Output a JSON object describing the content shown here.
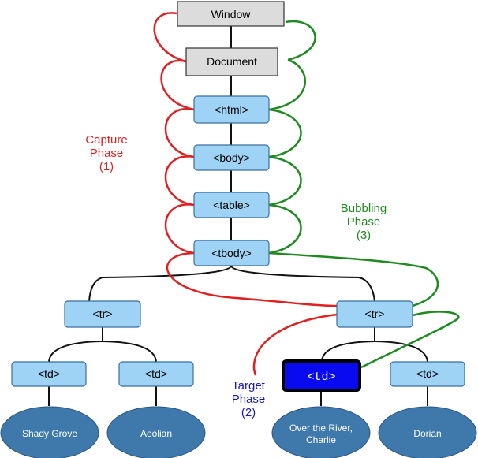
{
  "colors": {
    "capture": "#e02020",
    "bubble": "#1f8a1f",
    "target": "#1a1ab0",
    "box_fill": "#9ed3f5",
    "box_stroke": "#3a6f9e",
    "gray_fill": "#dcdcdc",
    "leaf_fill": "#3f79ab",
    "target_fill": "#0a0af0"
  },
  "nodes": {
    "window": "Window",
    "document": "Document",
    "html": "<html>",
    "body": "<body>",
    "table": "<table>",
    "tbody": "<tbody>",
    "tr_left": "<tr>",
    "tr_right": "<tr>",
    "td_1": "<td>",
    "td_2": "<td>",
    "td_target": "<td>",
    "td_4": "<td>"
  },
  "leaves": {
    "leaf_1": "Shady Grove",
    "leaf_2": "Aeolian",
    "leaf_3_line1": "Over the River,",
    "leaf_3_line2": "Charlie",
    "leaf_4": "Dorian"
  },
  "phases": {
    "capture": [
      "Capture",
      "Phase",
      "(1)"
    ],
    "bubbling": [
      "Bubbling",
      "Phase",
      "(3)"
    ],
    "target": [
      "Target",
      "Phase",
      "(2)"
    ]
  }
}
